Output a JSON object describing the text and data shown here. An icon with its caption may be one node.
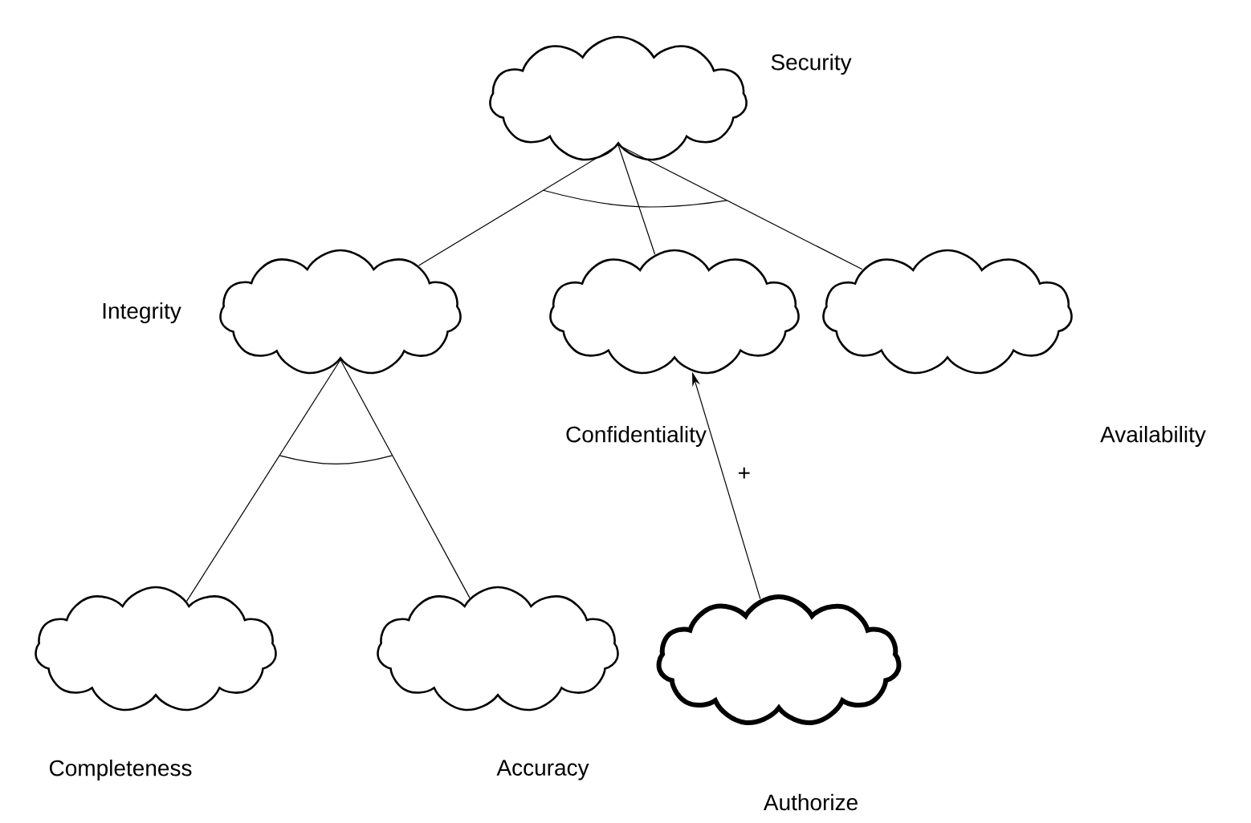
{
  "diagram": {
    "nodes": [
      {
        "text": [
          "Security"
        ]
      },
      {
        "text": [
          "Integrity"
        ]
      },
      {
        "text": [
          "Confidentiality"
        ]
      },
      {
        "text": [
          "Availability"
        ]
      },
      {
        "text": [
          "Completeness"
        ]
      },
      {
        "text": [
          "Accuracy"
        ]
      },
      {
        "text": [
          "Authorize"
        ]
      }
    ],
    "edges": [
      {
        "from": 0,
        "to": 1,
        "arrow": "none"
      },
      {
        "from": 0,
        "to": 2,
        "arrow": "none"
      },
      {
        "from": 0,
        "to": 3,
        "arrow": "none"
      },
      {
        "from": 1,
        "to": 4,
        "arrow": "none"
      },
      {
        "from": 1,
        "to": 5,
        "arrow": "none"
      },
      {
        "from": 6,
        "to": 2,
        "arrow": "to",
        "label": "+"
      }
    ]
  }
}
